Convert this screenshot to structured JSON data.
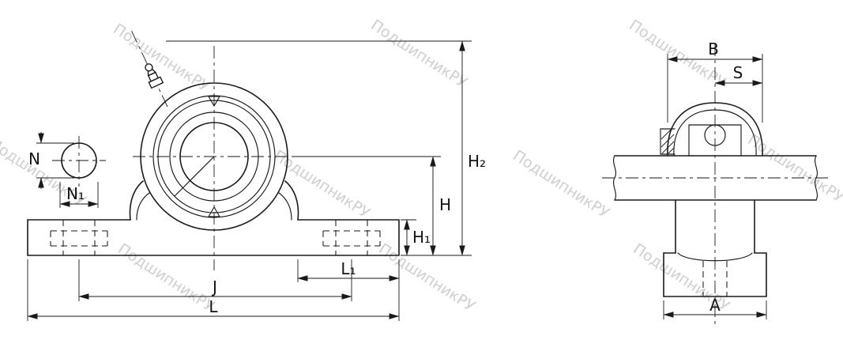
{
  "watermark": {
    "text": "ПодшипникРУ"
  },
  "front_view": {
    "labels": {
      "N": "N",
      "N1": "N₁",
      "H2": "H₂",
      "H": "H",
      "H1": "H₁",
      "L1": "L₁",
      "J": "J",
      "L": "L"
    }
  },
  "side_view": {
    "labels": {
      "B": "B",
      "S": "S",
      "A": "A"
    }
  }
}
